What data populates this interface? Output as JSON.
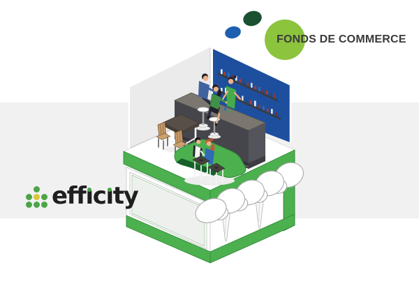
{
  "badge": {
    "label": "FONDS DE COMMERCE"
  },
  "logo": {
    "text": "efficity",
    "parts": {
      "p1": "eff",
      "i1": "ı",
      "p2": "c",
      "i2": "ı",
      "p3": "ty"
    }
  },
  "colors": {
    "band_gray": "#f1f1f2",
    "brand_green": "#4cb04e",
    "brand_green_dark": "#2e8a37",
    "wall_blue": "#1d4f9e",
    "wall_gray": "#ebebeb",
    "badge_green": "#8cc43e",
    "dark_green_dot": "#1a5130",
    "blue_dot": "#1e60b0",
    "logo_green": "#4ca446",
    "logo_yellow": "#d8c838",
    "text_dark": "#3a3a3a",
    "logo_text": "#1f1f1f"
  }
}
